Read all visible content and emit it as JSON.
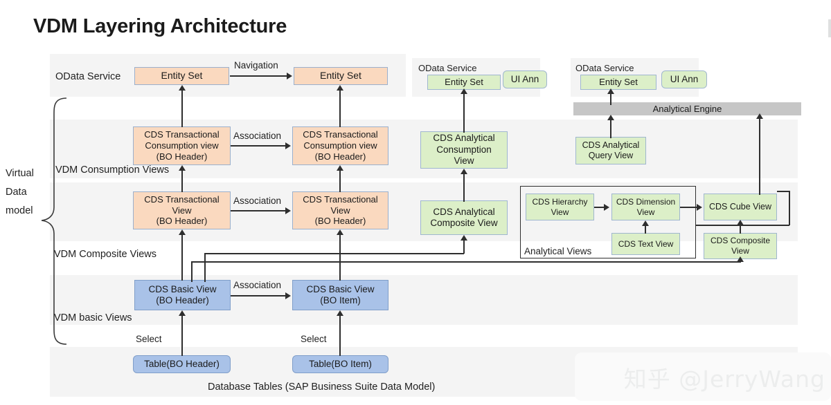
{
  "page": {
    "title": "VDM Layering Architecture",
    "watermark": "知乎 @JerryWang"
  },
  "colors": {
    "orange_fill": "#fad9bf",
    "green_fill": "#dcefc8",
    "blue_fill": "#a9c2e8",
    "grey_fill": "#c6c6c6",
    "band_fill": "#f4f4f4",
    "border": "#93a7c4",
    "connector": "#2e2e2e"
  },
  "brace_label": "Virtual\nData\nmodel",
  "bands": [
    {
      "name": "odata-service-band",
      "label": "OData Service"
    },
    {
      "name": "vdm-consumption-band",
      "label": "VDM Consumption Views"
    },
    {
      "name": "vdm-composite-band",
      "label": "VDM Composite Views"
    },
    {
      "name": "vdm-basic-band",
      "label": "VDM basic Views"
    },
    {
      "name": "database-tables-band",
      "label": "Database Tables (SAP Business Suite Data Model)"
    }
  ],
  "odata_row": {
    "left_label": "OData Service",
    "entity_set_1": "Entity Set",
    "entity_set_2": "Entity Set",
    "navigation_label": "Navigation",
    "analytical_consumption_service": {
      "label": "OData Service",
      "entity_set": "Entity Set",
      "ui_annotation": "UI Ann"
    },
    "analytical_query_service": {
      "label": "OData Service",
      "entity_set": "Entity Set",
      "ui_annotation": "UI Ann"
    },
    "analytical_engine": "Analytical Engine"
  },
  "consumption_row": {
    "band_label": "VDM Consumption Views",
    "transactional_1": "CDS Transactional\nConsumption view\n(BO Header)",
    "transactional_2": "CDS Transactional\nConsumption view\n(BO Header)",
    "association_label": "Association",
    "analytical_consumption_view": "CDS Analytical\nConsumption\nView",
    "analytical_query_view": "CDS Analytical\nQuery View"
  },
  "composite_row": {
    "band_label": "VDM Composite Views",
    "transactional_1": "CDS Transactional\nView\n(BO Header)",
    "transactional_2": "CDS Transactional\nView\n(BO Header)",
    "association_label": "Association",
    "analytical_composite_view": "CDS Analytical\nComposite View",
    "analytical_views_frame_label": "Analytical Views",
    "hierarchy_view": "CDS Hierarchy\nView",
    "dimension_view": "CDS Dimension\nView",
    "cube_view": "CDS Cube View",
    "text_view": "CDS Text View",
    "composite_view": "CDS Composite\nView"
  },
  "basic_row": {
    "band_label": "VDM basic Views",
    "basic_view_1": "CDS Basic View\n(BO Header)",
    "basic_view_2": "CDS Basic View\n(BO Item)",
    "association_label": "Association",
    "select_label_1": "Select",
    "select_label_2": "Select"
  },
  "database_row": {
    "band_label": "Database Tables (SAP Business Suite Data Model)",
    "table_1": "Table(BO Header)",
    "table_2": "Table(BO Item)"
  }
}
